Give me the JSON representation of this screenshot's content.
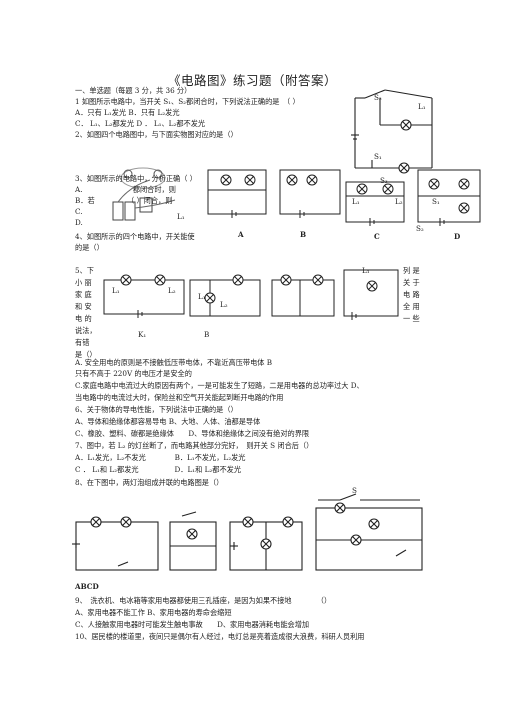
{
  "title": "《电路图》练习题（附答案）",
  "section1": "一、单选题（每题 3 分，共 36 分）",
  "q1": {
    "stem": "1 如图所示电路中，当开关 S₁、S₂都闭合时，下列说法正确的是　（ ）",
    "ab": "A．只有 L₁发光 B．只有 L₂发光",
    "cd": "C． L₁、L₂都发光 D ． L₁、L₂都不发光",
    "label_s2": "S₂",
    "label_l1": "L₁",
    "label_s1": "S₁"
  },
  "q2": {
    "stem": "2、如图四个电路图中，与下面实物图对应的是（）"
  },
  "q3": {
    "line1": "3、如图所示的电路中，分析正确（ ）",
    "line2": "A.　　　　　　　都闭合时，则",
    "line3": "B．若　　　　　（ ）闭合，则",
    "line4": "C.",
    "line5": "D."
  },
  "q2_options": {
    "a": "A",
    "b": "B",
    "c": "C",
    "d": "D",
    "s1": "S₁",
    "s2": "S₂",
    "s3": "S₃",
    "l1": "L₁",
    "l2": "L₂",
    "l1b": "L₁"
  },
  "q4": {
    "line1": "4、如图所示的四个电路中，开关能使",
    "line2": "的是（）"
  },
  "q5": {
    "left_col": "5、下\n小 丽\n家 庭\n和 安\n电 的\n说法，\n有错\n是（）",
    "right_col": "列 是\n关 于\n电 路\n全 用\n一 些",
    "l1": "L₁",
    "l2": "L₂",
    "l1b": "L₁",
    "l2b": "L₂",
    "k1": "K₁",
    "b": "B",
    "l1c": "L₁"
  },
  "body_lines": [
    "A. 安全用电的原则是不接触低压带电体，不靠近高压带电体 B",
    "只有不高于 220V 的电压才是安全的",
    "C.家庭电路中电流过大的原因有两个，一是可能发生了短路，二是用电器的总功率过大 D、",
    "当电路中的电流过大时，保险丝和空气开关能起到断开电路的作用",
    "6、关于物体的导电性能，下列说法中正确的是（）",
    "A、导体和绝缘体都容易导电 B、大地、人体、油都是导体",
    "C、橡胶、塑料、碳都是绝缘体　　D、导体和绝缘体之间没有绝对的界限",
    "7、图中，若 L₂ 的灯丝断了，而电路其他部分完好，　则开关 S 闭合后（）",
    "A．L₁发光，L₂不发光　　　　B．L₁不发光，L₂发光",
    "C ． L₁和 L₂都发光　　　　　D．L₁和 L₂都不发光",
    "8、在下图中，两灯泡组成并联的电路图是（）"
  ],
  "q8": {
    "abcd": "ABCD",
    "s": "S"
  },
  "tail_lines": [
    "9、　洗衣机、电冰箱等家用电器都使用三孔插座，是因为如果不接地　　　　（）",
    "A、家用电器不能工作 B、家用电器的寿命会缩短",
    "C、人接触家用电器时可能发生触电事故　　D、家用电器消耗电能会增加",
    "10、居民楼的楼道里，夜间只是偶尔有人经过，电灯总是亮着造成很大浪费，科研人员利用"
  ]
}
